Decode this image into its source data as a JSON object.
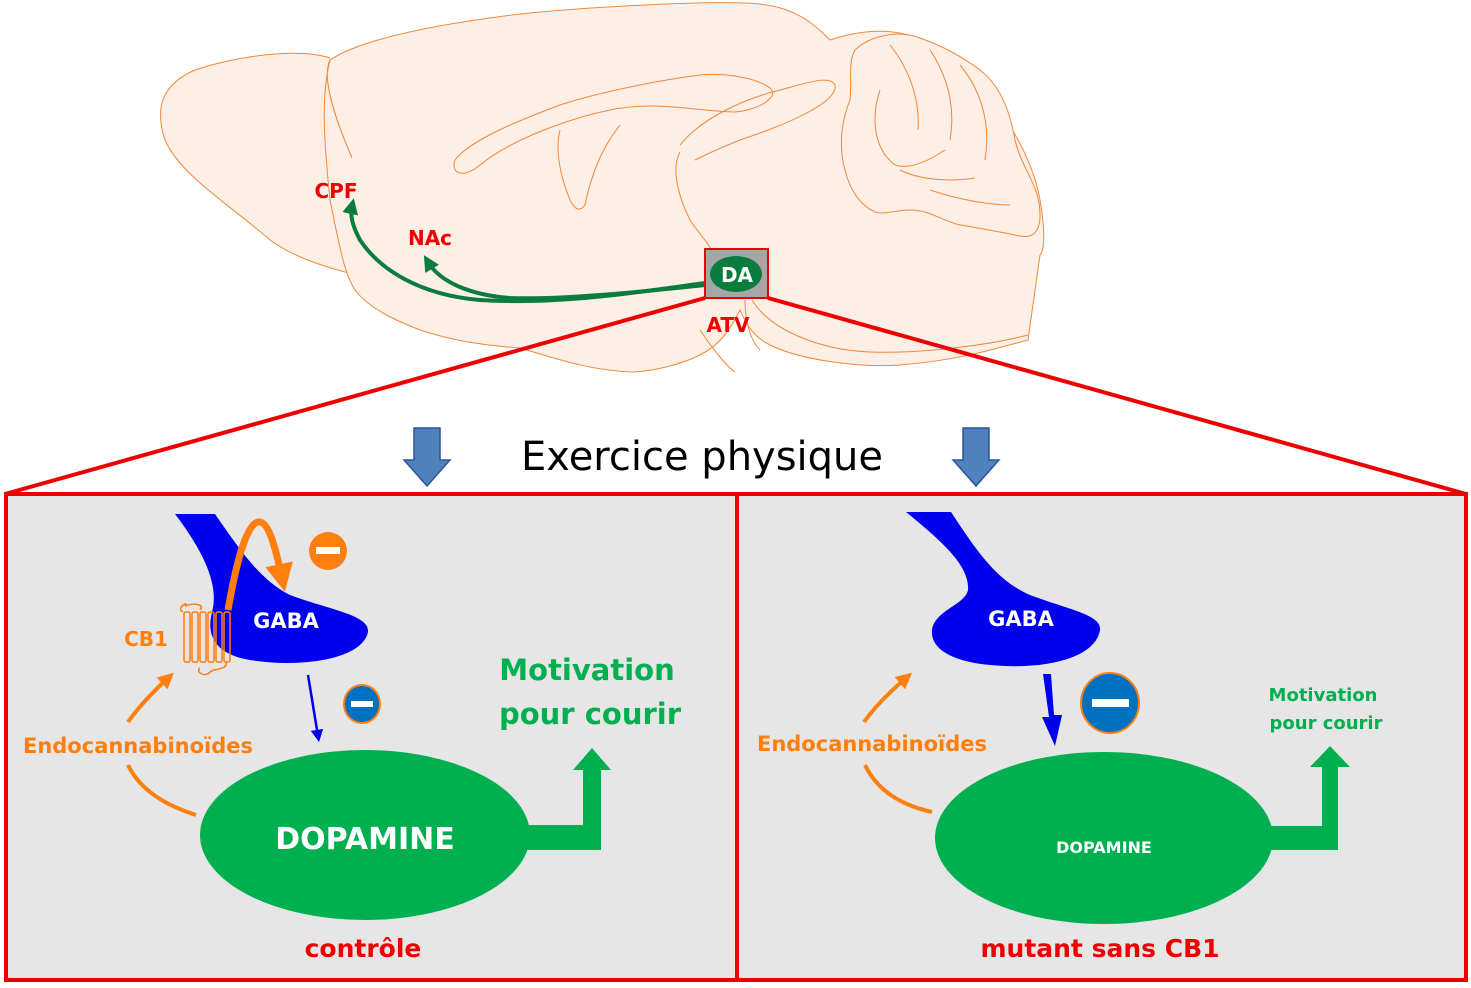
{
  "title": "Exercice physique",
  "colors": {
    "red": "#ee0000",
    "brain_fill": "#fdeee6",
    "brain_stroke": "#f08a3a",
    "dopamine_green": "#00b050",
    "dark_green": "#0a7d3e",
    "gaba_blue": "#0000ee",
    "orange": "#ff7f0e",
    "panel_bg": "#e6e6e6",
    "arrow_blue": "#4f81bd",
    "minus_blue": "#0070c0"
  },
  "brain": {
    "labels": {
      "cpf": "CPF",
      "nac": "NAc",
      "da": "DA",
      "atv": "ATV"
    }
  },
  "panels": [
    {
      "id": "controle",
      "caption": "contrôle",
      "gaba_label": "GABA",
      "cb1_label": "CB1",
      "endocannabinoides_label": "Endocannabinoïdes",
      "dopamine_label": "DOPAMINE",
      "motivation_line1": "Motivation",
      "motivation_line2": "pour courir",
      "minus_symbols": [
        "orange-minus",
        "blue-minus"
      ]
    },
    {
      "id": "mutant",
      "caption": "mutant sans CB1",
      "gaba_label": "GABA",
      "endocannabinoides_label": "Endocannabinoïdes",
      "dopamine_label": "DOPAMINE",
      "motivation_line1": "Motivation",
      "motivation_line2": "pour courir",
      "minus_symbols": [
        "blue-minus-large"
      ]
    }
  ]
}
